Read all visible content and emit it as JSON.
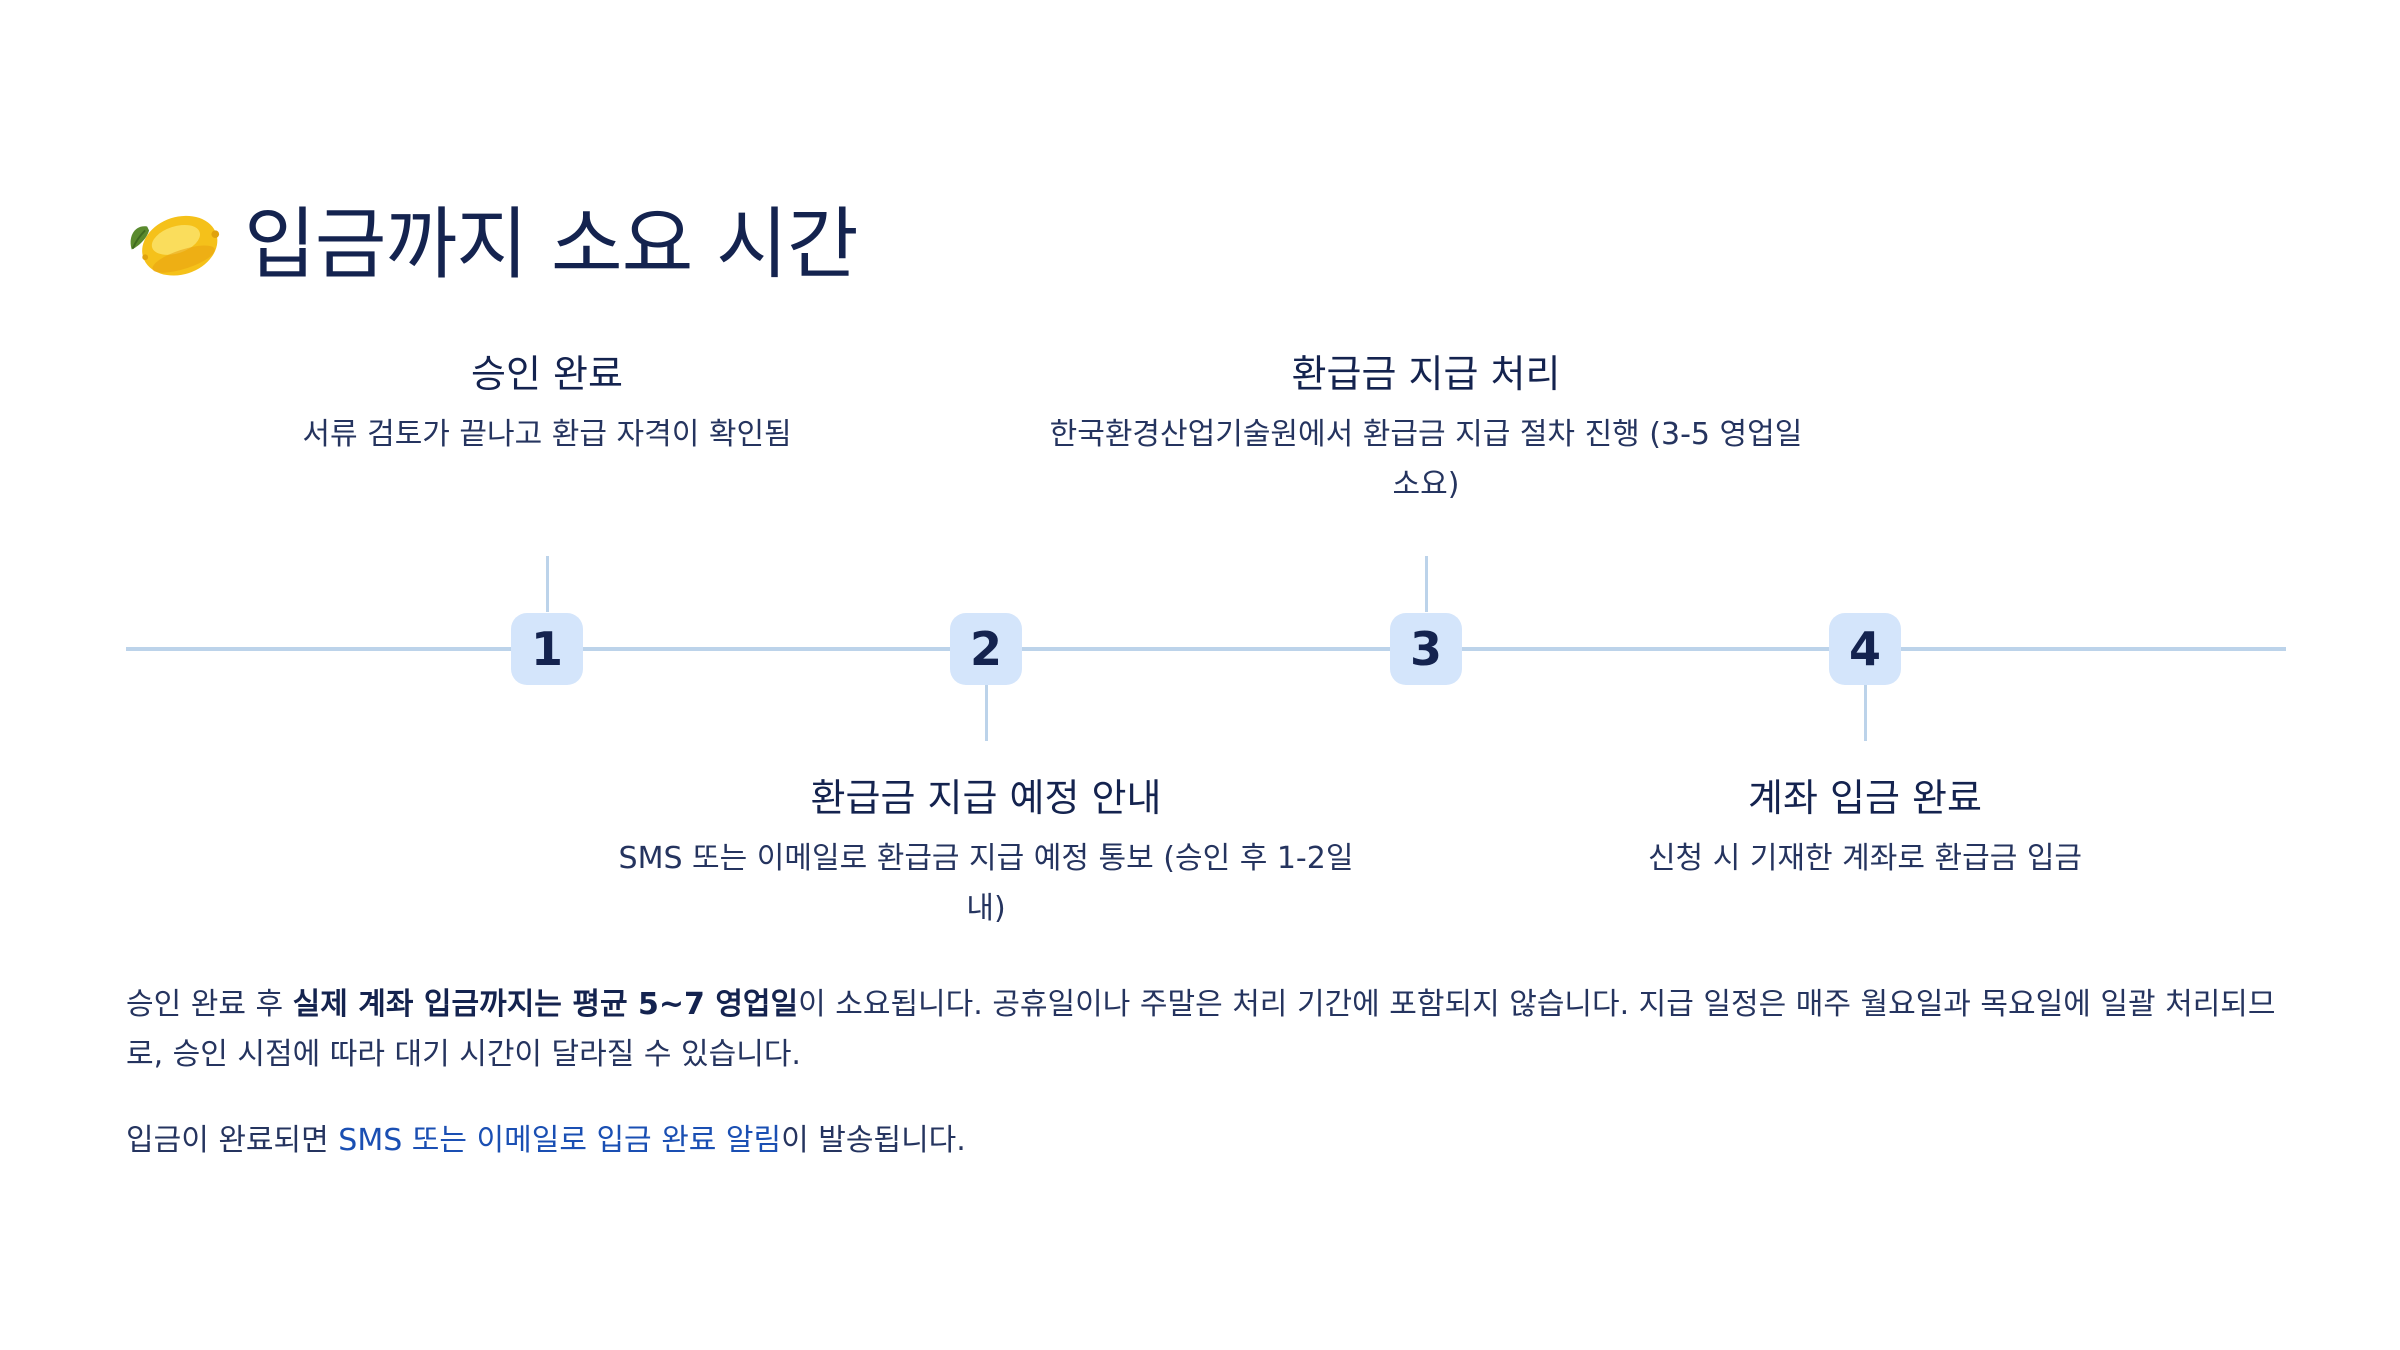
{
  "header": {
    "icon": "lemon-icon",
    "title": "입금까지 소요 시간"
  },
  "timeline": {
    "steps": [
      {
        "number": "1",
        "title": "승인 완료",
        "desc": "서류 검토가 끝나고 환급 자격이 확인됨"
      },
      {
        "number": "2",
        "title": "환급금 지급 예정 안내",
        "desc": "SMS 또는 이메일로 환급금 지급 예정 통보 (승인 후 1-2일 내)"
      },
      {
        "number": "3",
        "title": "환급금 지급 처리",
        "desc": "한국환경산업기술원에서 환급금 지급 절차 진행 (3-5 영업일 소요)"
      },
      {
        "number": "4",
        "title": "계좌 입금 완료",
        "desc": "신청 시 기재한 계좌로 환급금 입금"
      }
    ]
  },
  "body": {
    "para1_prefix": "승인 완료 후 ",
    "para1_bold": "실제 계좌 입금까지는 평균 5~7 영업일",
    "para1_suffix": "이 소요됩니다. 공휴일이나 주말은 처리 기간에 포함되지 않습니다. 지급 일정은 매주 월요일과 목요일에 일괄 처리되므로, 승인 시점에 따라 대기 시간이 달라질 수 있습니다.",
    "para2_prefix": "입금이 완료되면 ",
    "para2_link": "SMS 또는 이메일로 입금 완료 알림",
    "para2_suffix": "이 발송됩니다."
  },
  "colors": {
    "title": "#14234f",
    "axis": "#bcd3ea",
    "badge_bg": "#d4e5fb",
    "link": "#1a4fb3"
  }
}
